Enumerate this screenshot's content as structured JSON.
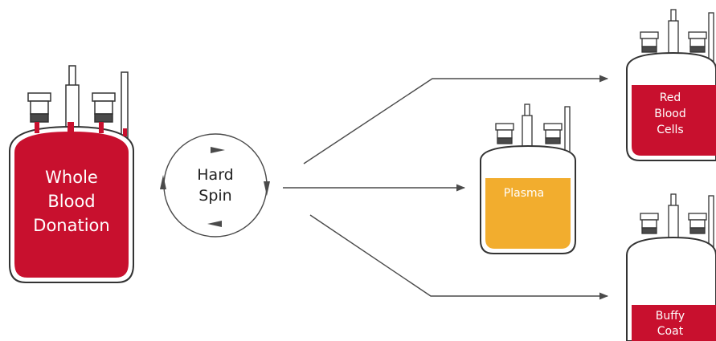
{
  "colors": {
    "blood": "#c8102e",
    "plasma": "#f2ad2e",
    "outline": "#333333",
    "arrow": "#4a4a4a",
    "cap_band": "#4a4a4a"
  },
  "bags": {
    "whole_blood": {
      "label_lines": [
        "Whole",
        "Blood",
        "Donation"
      ]
    },
    "plasma": {
      "label_lines": [
        "Plasma"
      ]
    },
    "red_blood_cells": {
      "label_lines": [
        "Red",
        "Blood",
        "Cells"
      ]
    },
    "buffy_coat": {
      "label_lines": [
        "Buffy",
        "Coat"
      ]
    }
  },
  "spin": {
    "label_lines": [
      "Hard",
      "Spin"
    ]
  }
}
